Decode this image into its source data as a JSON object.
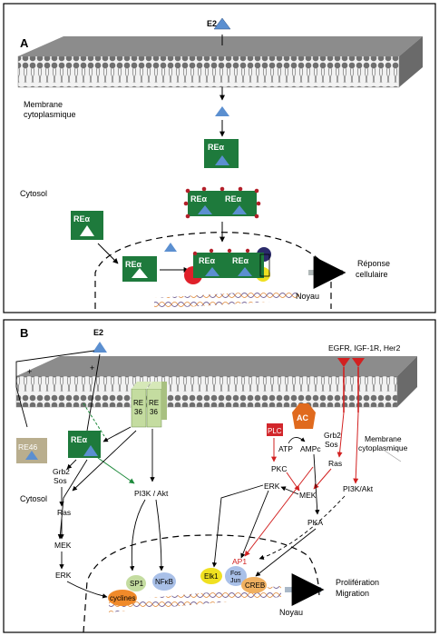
{
  "panel_a": {
    "letter": "A",
    "e2": "E2",
    "membrane_label": [
      "Membrane",
      "cytoplasmique"
    ],
    "cytosol": "Cytosol",
    "receptor": "REα",
    "response": [
      "Réponse",
      "cellulaire"
    ],
    "nucleus": "Noyau"
  },
  "panel_b": {
    "letter": "B",
    "e2": "E2",
    "plus": "+",
    "re46": "RE46",
    "receptor": "REα",
    "re36": [
      "RE",
      "36"
    ],
    "rtk": "EGFR, IGF-1R, Her2",
    "membrane_label": [
      "Membrane",
      "cytoplasmique"
    ],
    "cytosol": "Cytosol",
    "plc": "PLC",
    "ac": "AC",
    "atp": "ATP",
    "ampc": "AMPc",
    "pkc": "PKC",
    "pka": "PKA",
    "grb2_left": [
      "Grb2",
      "Sos"
    ],
    "grb2_right": [
      "Grb2",
      "Sos"
    ],
    "ras": "Ras",
    "mek": "MEK",
    "erk": "ERK",
    "pi3k": "PI3K / Akt",
    "pi3k_right": "PI3K/Akt",
    "sp1": "SP1",
    "nfkb": "NFκB",
    "cyclines": "cyclines",
    "elk1": "Elk1",
    "ap1": "AP1",
    "fos": "Fos",
    "jun": "Jun",
    "creb": "CREB",
    "response": [
      "Prolifération",
      "Migration"
    ],
    "nucleus": "Noyau"
  },
  "colors": {
    "receptor": "#1e7a3c",
    "ligand": "#5b8fd0",
    "re36": "#c4dca0",
    "re46": "#b9ae8e",
    "membrane": "#555555",
    "ac": "#e06a1e",
    "plc": "#d2262b",
    "signal_red": "#d22020",
    "arrow_green": "#1e8a3c"
  }
}
